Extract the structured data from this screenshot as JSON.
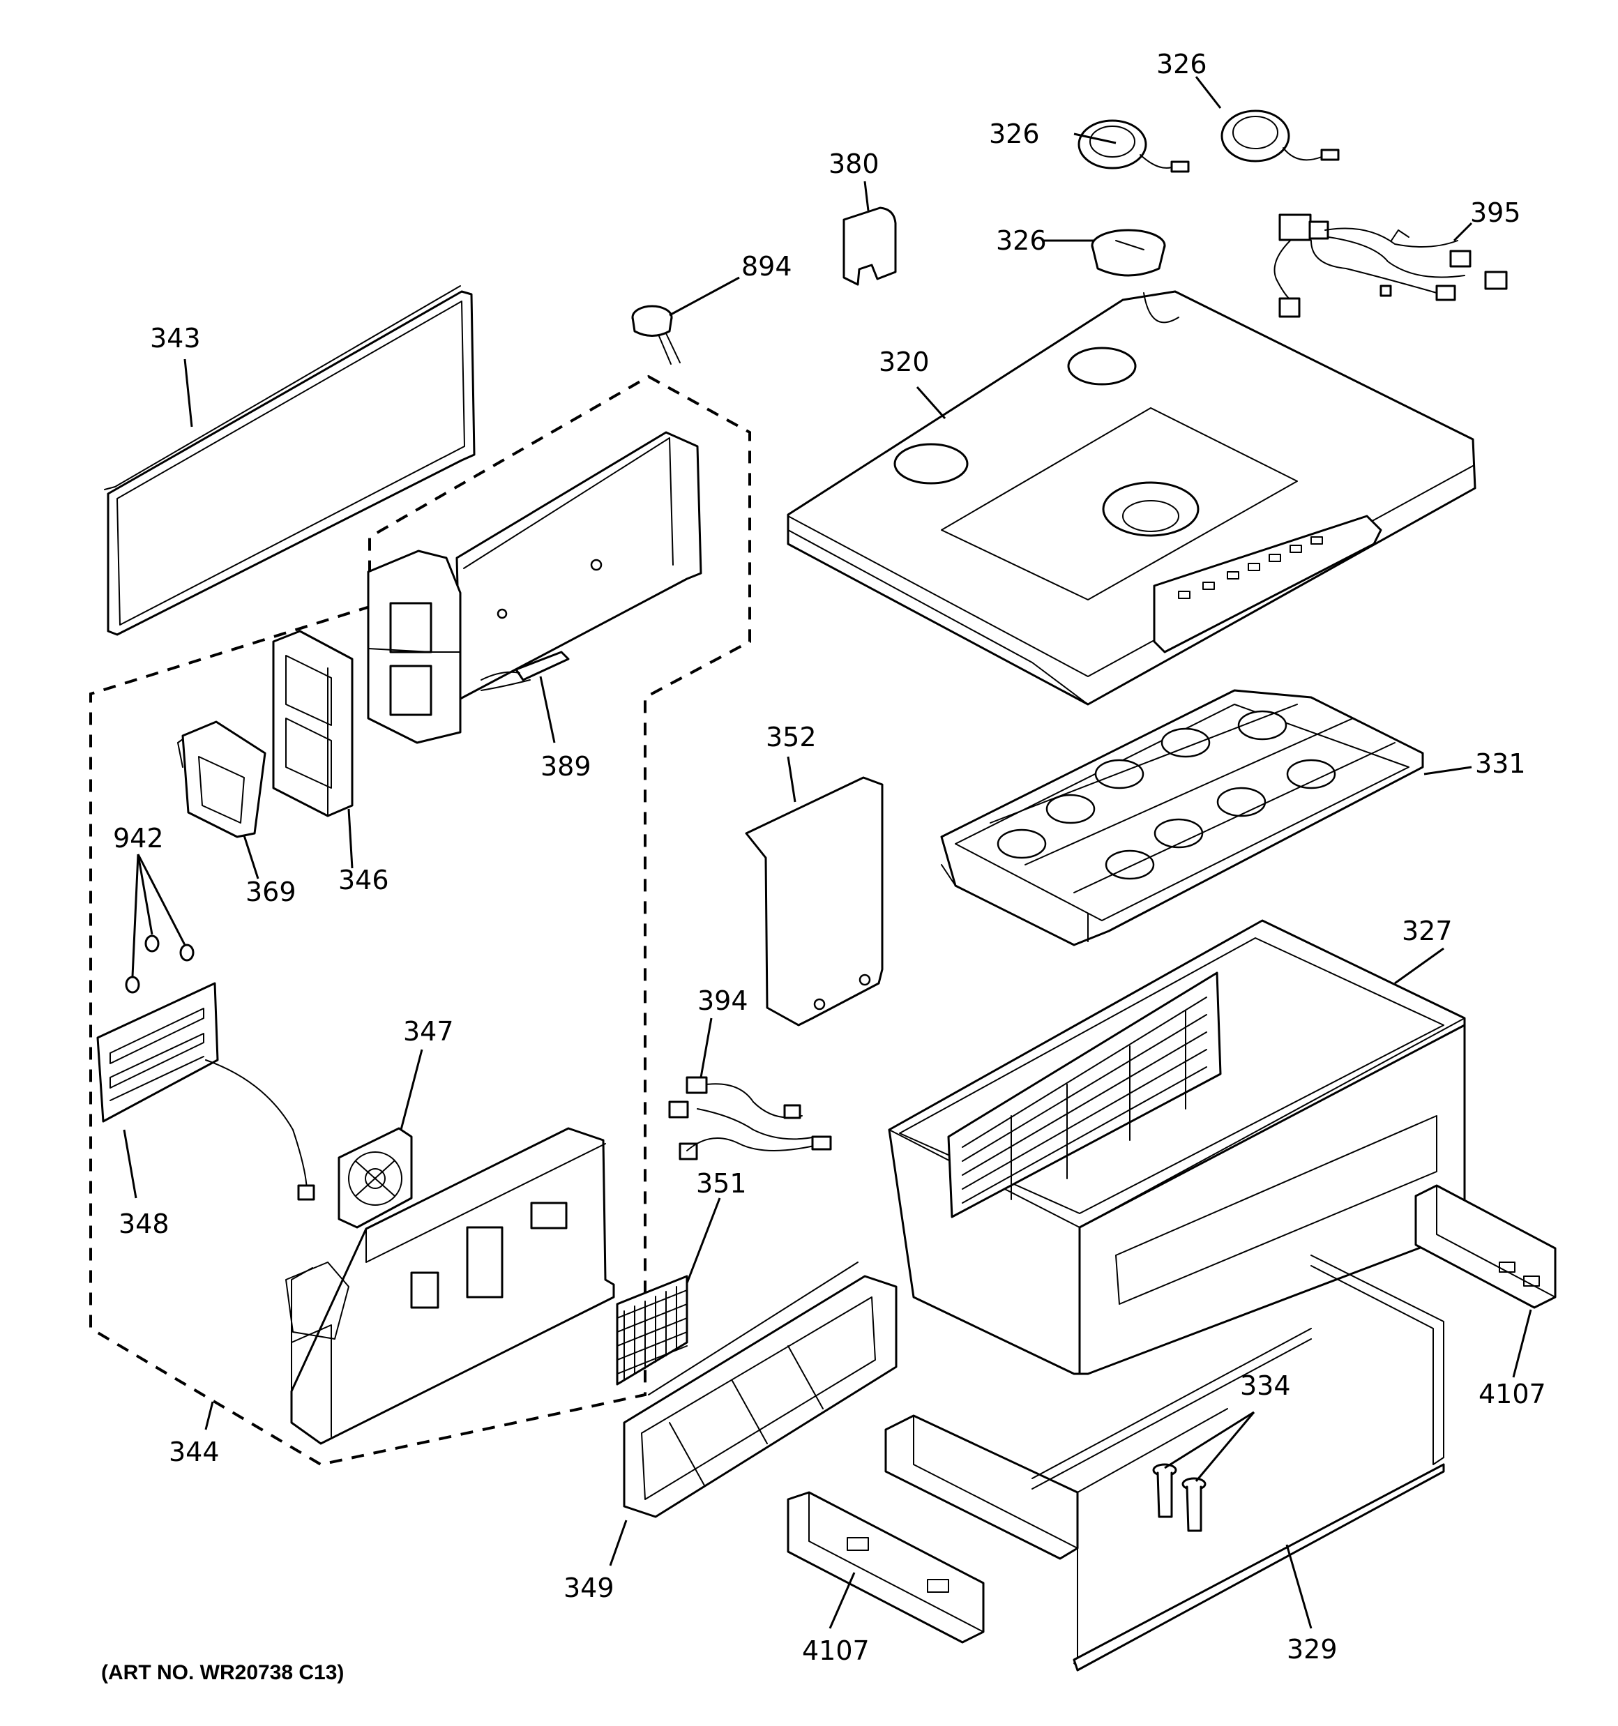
{
  "art_number": "(ART NO. WR20738 C13)",
  "callouts": {
    "c326a": "326",
    "c326b": "326",
    "c326c": "326",
    "c380": "380",
    "c894": "894",
    "c395": "395",
    "c343": "343",
    "c320": "320",
    "c331": "331",
    "c352": "352",
    "c389": "389",
    "c369": "369",
    "c346": "346",
    "c942": "942",
    "c327": "327",
    "c394": "394",
    "c347": "347",
    "c348": "348",
    "c351": "351",
    "c4107a": "4107",
    "c334": "334",
    "c344": "344",
    "c349": "349",
    "c4107b": "4107",
    "c329": "329"
  }
}
